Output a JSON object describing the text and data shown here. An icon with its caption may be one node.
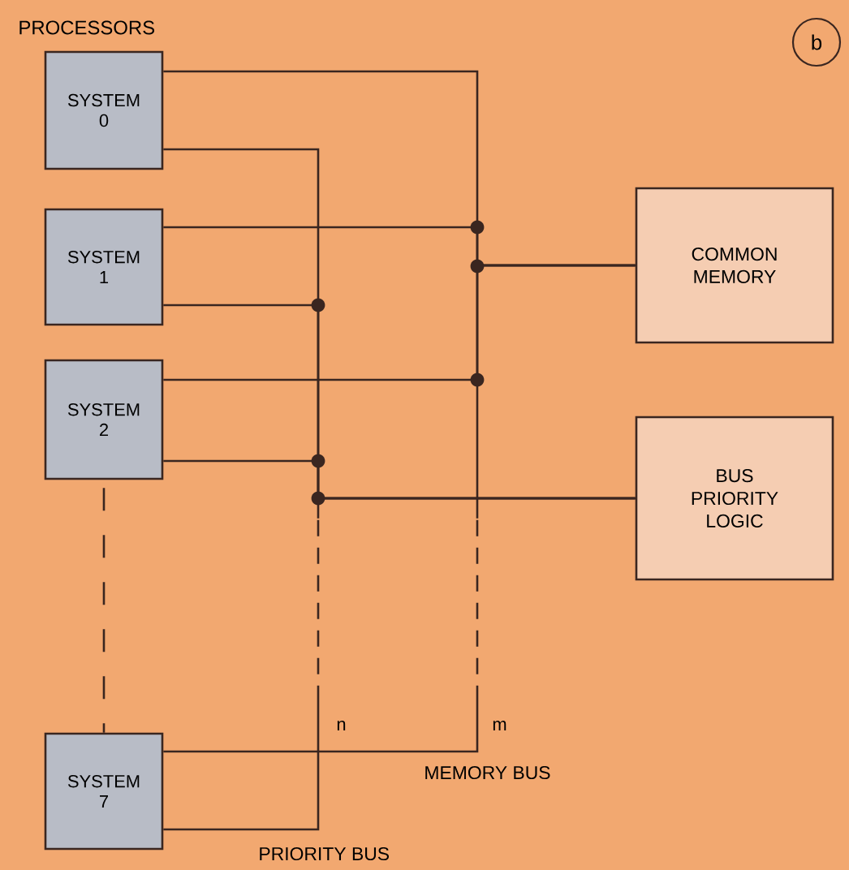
{
  "diagram": {
    "nodes": [
      {
        "text": [
          "SYSTEM 0"
        ]
      },
      {
        "text": [
          "SYSTEM 1"
        ]
      },
      {
        "text": [
          "COMMON MEMORY"
        ]
      },
      {
        "text": [
          "SYSTEM 2"
        ]
      },
      {
        "text": [
          "BUS PRIORITY LOGIC"
        ]
      },
      {
        "text": [
          "SYSTEM 7"
        ]
      }
    ],
    "edges": [
      {
        "from": 0,
        "to": 2,
        "arrow": "none"
      },
      {
        "from": 1,
        "to": 2,
        "arrow": "none"
      },
      {
        "from": 3,
        "to": 2,
        "arrow": "none"
      },
      {
        "from": 5,
        "to": 2,
        "arrow": "none",
        "style": "dashed"
      },
      {
        "from": 0,
        "to": 4,
        "arrow": "none"
      },
      {
        "from": 1,
        "to": 4,
        "arrow": "none"
      },
      {
        "from": 3,
        "to": 4,
        "arrow": "none"
      },
      {
        "from": 5,
        "to": 4,
        "arrow": "none",
        "style": "dashed"
      },
      {
        "from": 3,
        "to": 5,
        "arrow": "none",
        "style": "dashed"
      }
    ],
    "labels": [
      "PROCESSORS",
      "b",
      "n",
      "m",
      "MEMORY BUS",
      "PRIORITY BUS"
    ]
  }
}
